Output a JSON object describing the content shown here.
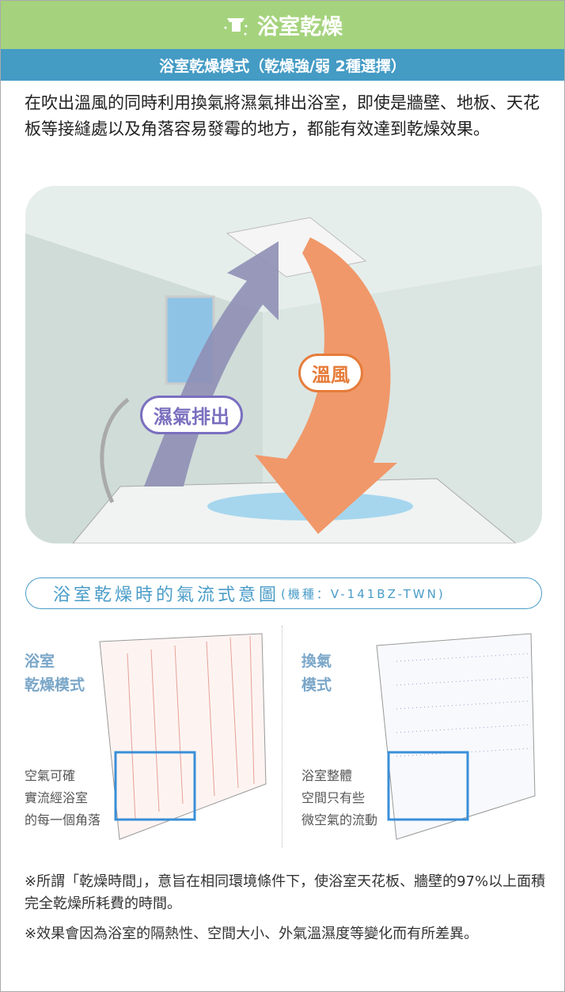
{
  "header": {
    "title": "浴室乾燥",
    "icon": "dryer-icon"
  },
  "subheader": {
    "title": "浴室乾燥模式（乾燥強/弱 2種選擇）"
  },
  "intro": "在吹出溫風的同時利用換氣將濕氣排出浴室，即使是牆壁、地板、天花板等接縫處以及角落容易發霉的地方，都能有效達到乾燥效果。",
  "illustration": {
    "warm_air_label": "溫風",
    "humidity_label": "濕氣排出",
    "colors": {
      "warm": "#f0986a",
      "humid": "#7a6fbf"
    }
  },
  "airflow": {
    "title": "浴室乾燥時的氣流式意圖",
    "model": "(機種：V-141BZ-TWN)",
    "left": {
      "label_1": "浴室",
      "label_2": "乾燥模式",
      "desc": [
        "空氣可確",
        "實流經浴室",
        "的每一個角落"
      ]
    },
    "right": {
      "label_1": "換氣",
      "label_2": "模式",
      "desc": [
        "浴室整體",
        "空間只有些",
        "微空氣的流動"
      ]
    }
  },
  "notes": [
    "※所謂「乾燥時間」，意旨在相同環境條件下，使浴室天花板、牆壁的97%以上面積完全乾燥所耗費的時間。",
    "※效果會因為浴室的隔熱性、空間大小、外氣溫濕度等變化而有所差異。"
  ]
}
